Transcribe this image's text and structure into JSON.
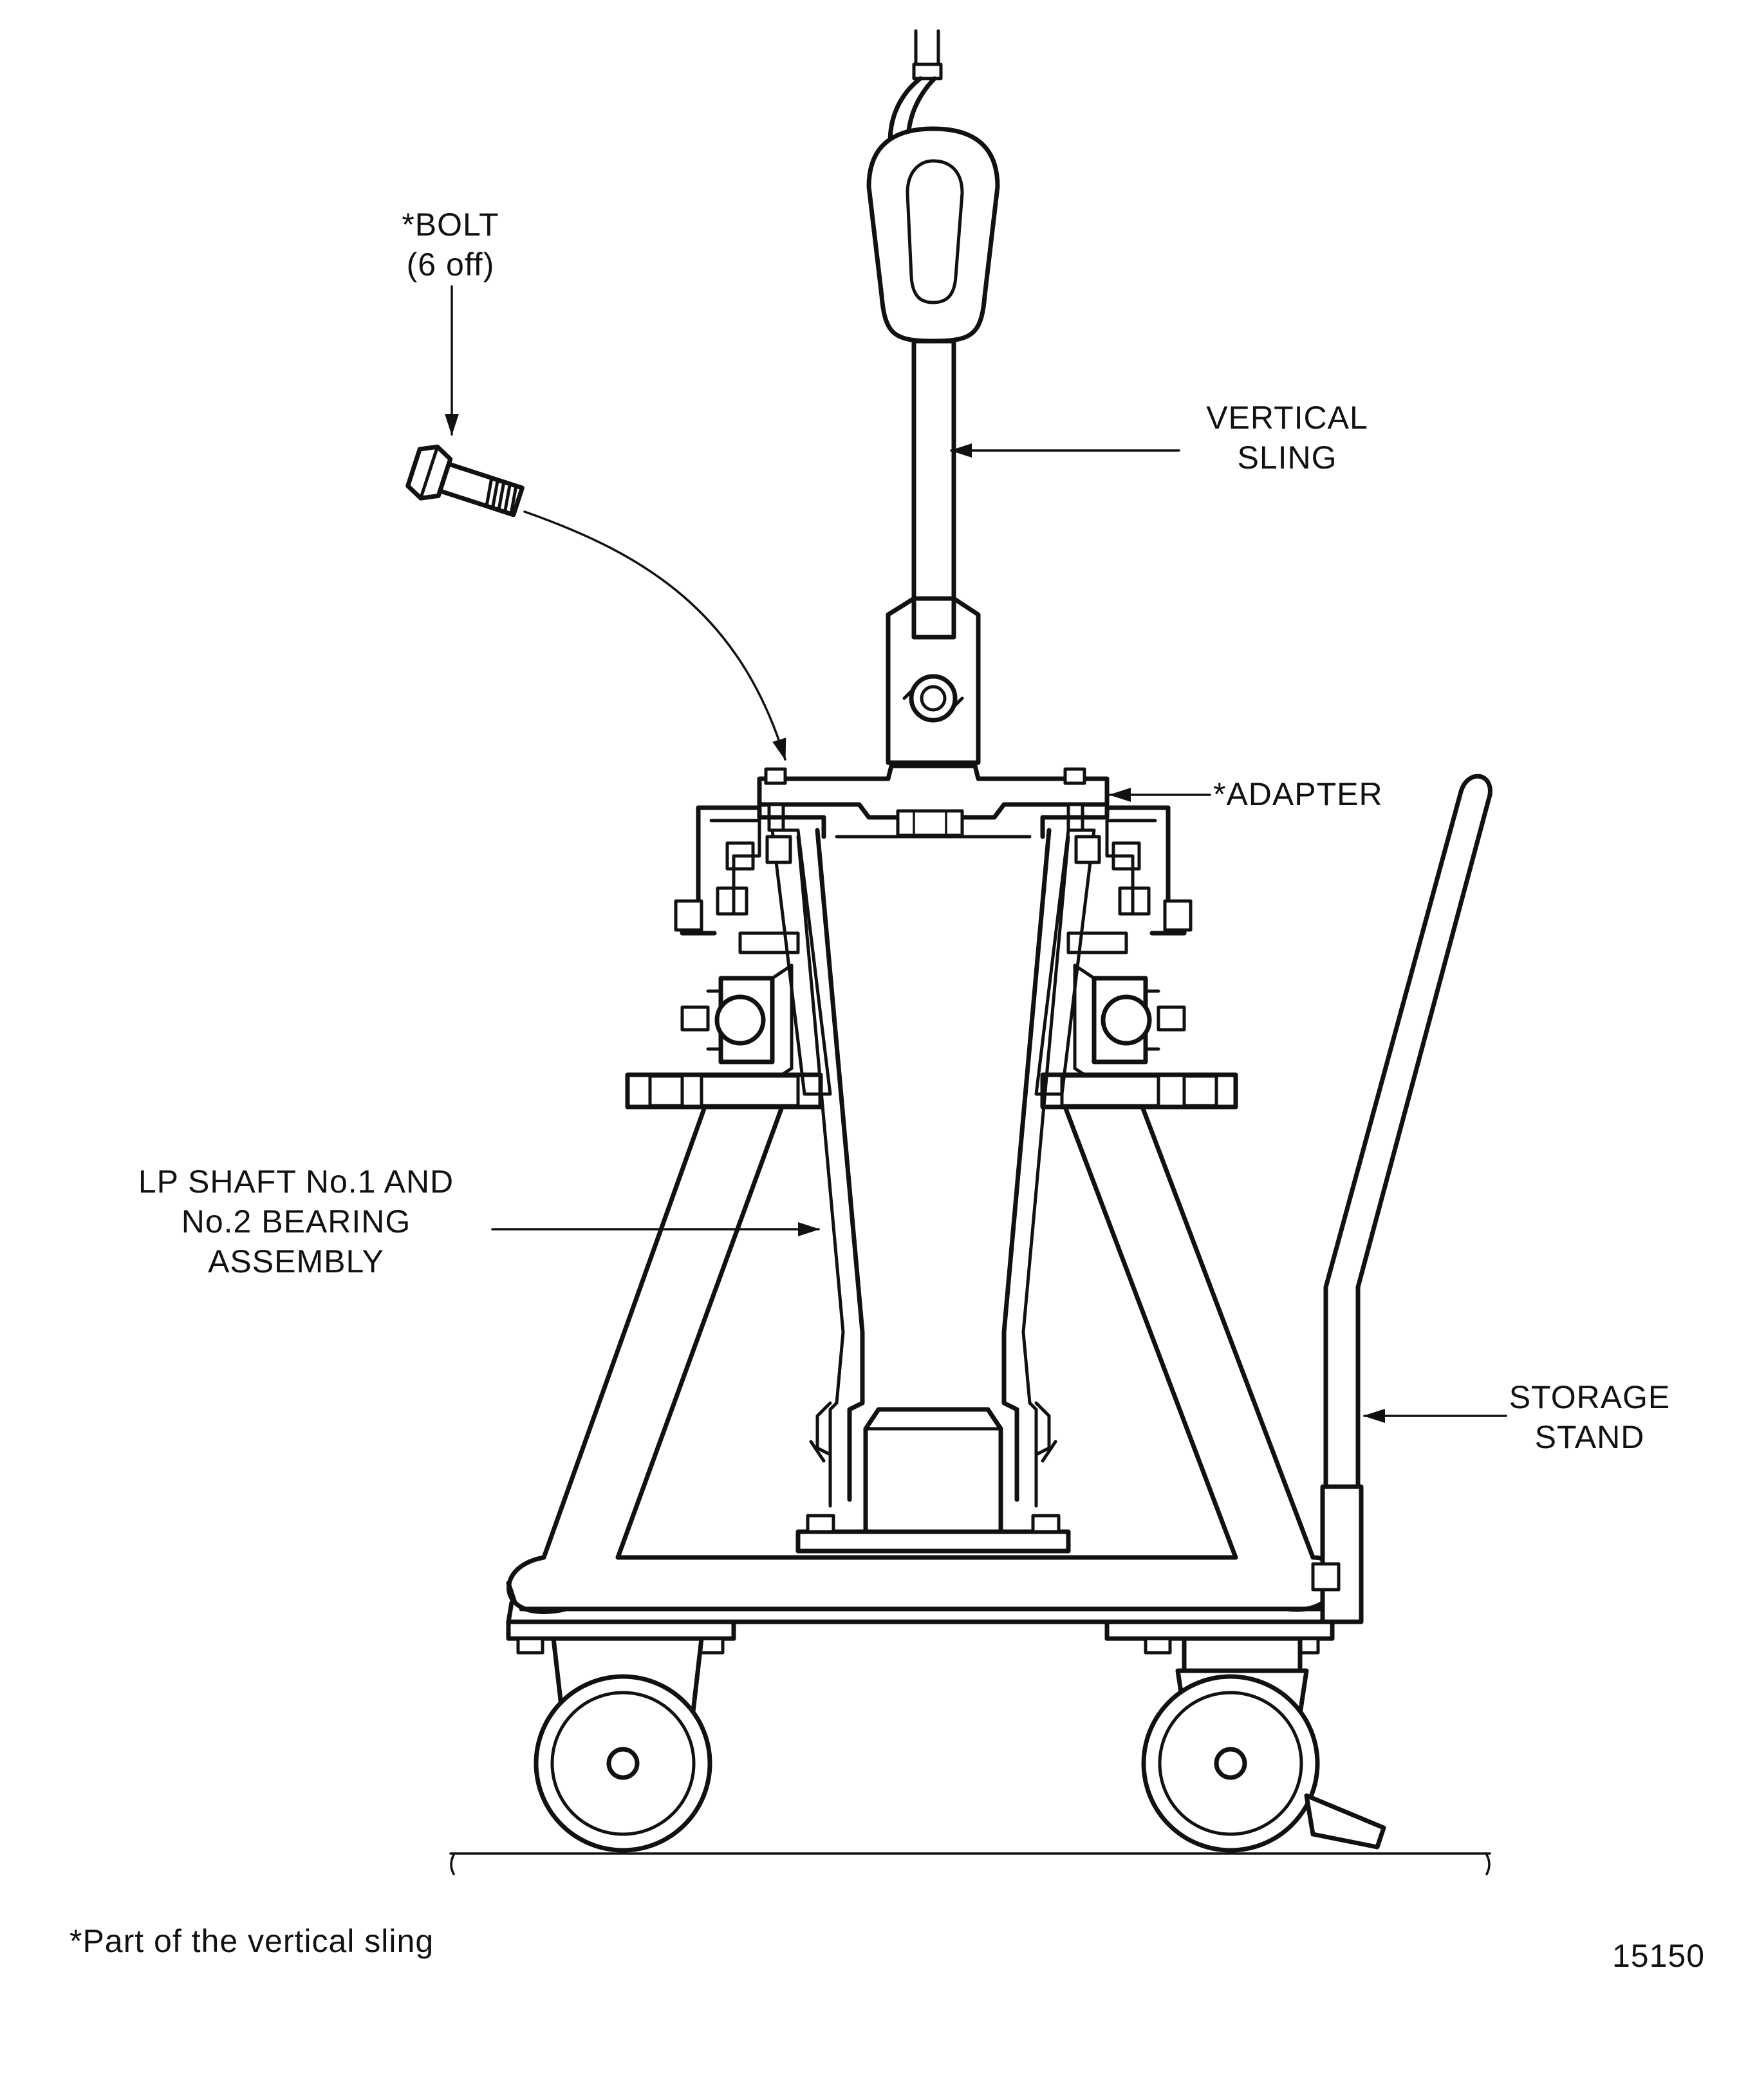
{
  "labels": {
    "bolt": [
      "*BOLT",
      "(6 off)"
    ],
    "vertical_sling": [
      "VERTICAL",
      "SLING"
    ],
    "adapter": "*ADAPTER",
    "lp_shaft": [
      "LP  SHAFT  No.1  AND",
      "No.2  BEARING",
      "ASSEMBLY"
    ],
    "storage_stand": [
      "STORAGE",
      "STAND"
    ],
    "footnote": "*Part  of  the  vertical  sling",
    "figure_number": "15150"
  },
  "colors": {
    "ink": "#111111",
    "paper": "#ffffff"
  }
}
